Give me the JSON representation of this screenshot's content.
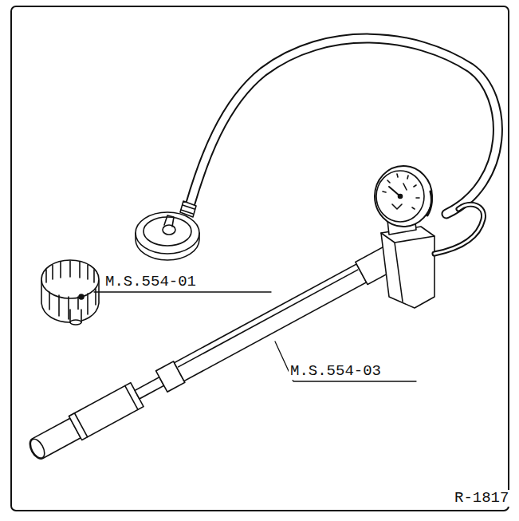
{
  "diagram": {
    "labels": [
      "M.S.554-01",
      "M.S.554-03",
      "R-1817"
    ]
  }
}
